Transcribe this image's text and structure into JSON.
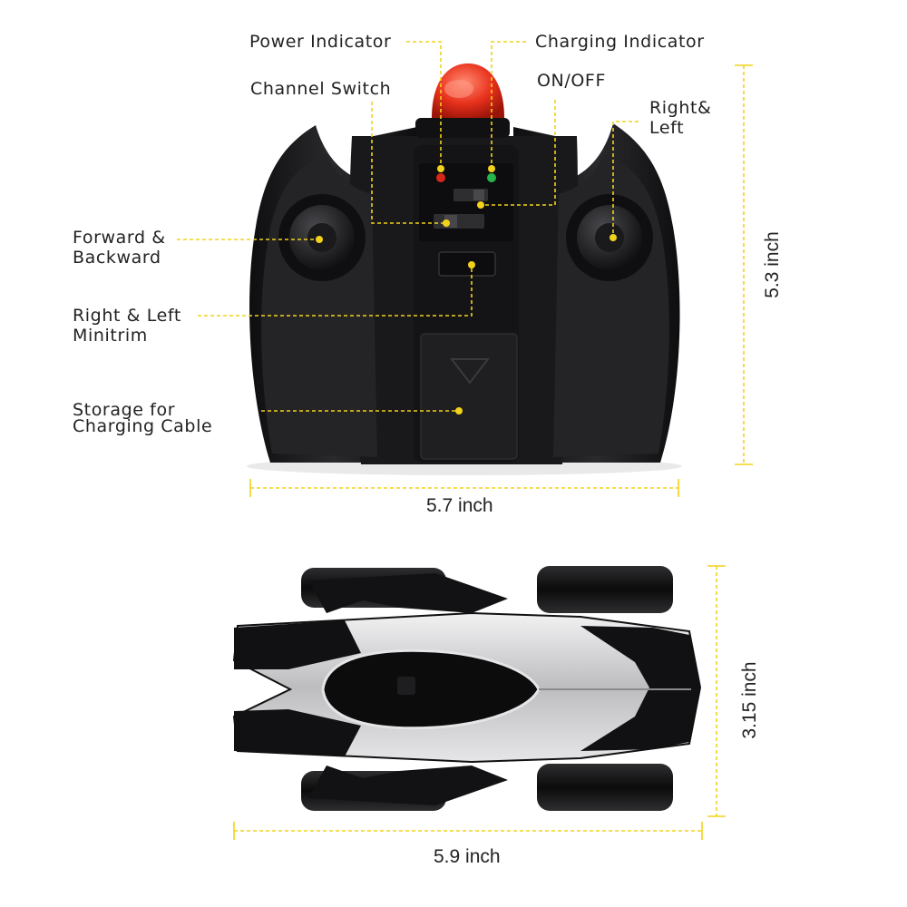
{
  "colors": {
    "callout": "#f2d21b",
    "dimension": "#f2d21b",
    "controller_body": "#1d1d1f",
    "siren": "#e8311c",
    "car_silver": "#c9c9cb",
    "car_black": "#151515"
  },
  "controller": {
    "labels": {
      "power_indicator": "Power Indicator",
      "charging_indicator": "Charging Indicator",
      "channel_switch": "Channel Switch",
      "on_off": "ON/OFF",
      "right_left_1": "Right&",
      "right_left_2": "Left",
      "forward_backward_1": "Forward &",
      "forward_backward_2": "Backward",
      "minitrim_1": "Right & Left",
      "minitrim_2": "Minitrim",
      "storage_1": "Storage for",
      "storage_2": "Charging Cable"
    },
    "width": "5.7 inch",
    "height": "5.3 inch"
  },
  "car": {
    "length": "5.9 inch",
    "width": "3.15 inch"
  }
}
